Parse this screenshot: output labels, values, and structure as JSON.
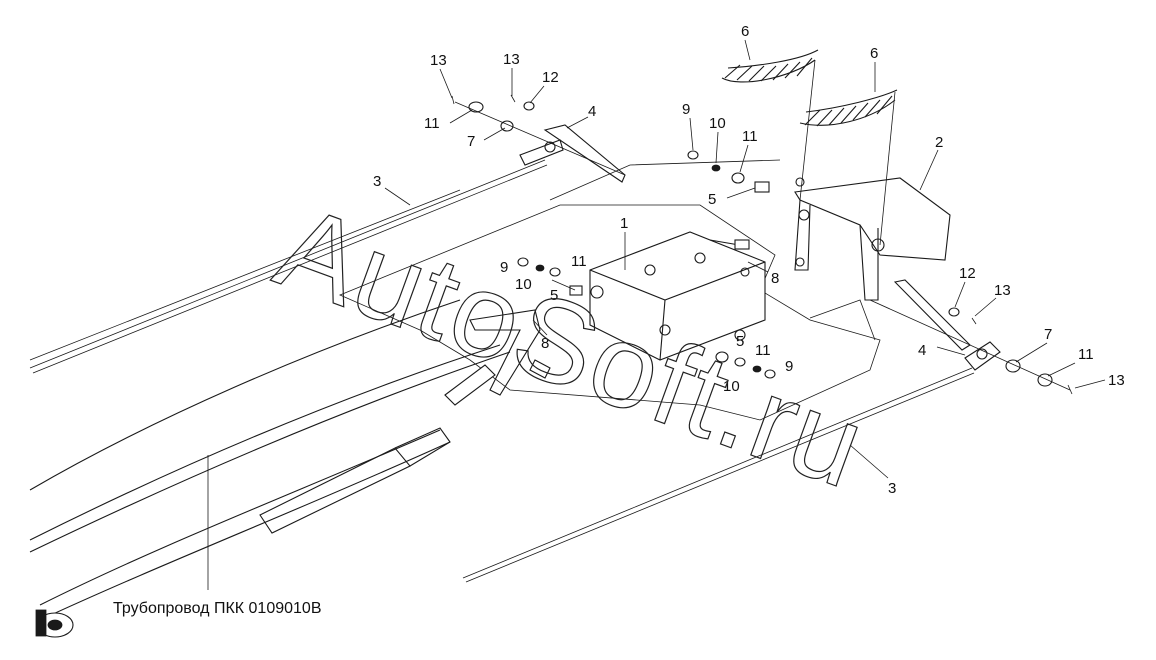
{
  "diagram": {
    "callouts": [
      {
        "label": "13"
      },
      {
        "label": "13"
      },
      {
        "label": "12"
      },
      {
        "label": "11"
      },
      {
        "label": "7"
      },
      {
        "label": "4"
      },
      {
        "label": "3"
      },
      {
        "label": "6"
      },
      {
        "label": "6"
      },
      {
        "label": "9"
      },
      {
        "label": "10"
      },
      {
        "label": "11"
      },
      {
        "label": "2"
      },
      {
        "label": "5"
      },
      {
        "label": "1"
      },
      {
        "label": "9"
      },
      {
        "label": "10"
      },
      {
        "label": "11"
      },
      {
        "label": "5"
      },
      {
        "label": "8"
      },
      {
        "label": "8"
      },
      {
        "label": "12"
      },
      {
        "label": "13"
      },
      {
        "label": "7"
      },
      {
        "label": "11"
      },
      {
        "label": "13"
      },
      {
        "label": "4"
      },
      {
        "label": "5"
      },
      {
        "label": "11"
      },
      {
        "label": "9"
      },
      {
        "label": "10"
      },
      {
        "label": "3"
      }
    ],
    "caption": "Трубопровод ПКК 0109010В",
    "watermark": "AutoSoft.ru"
  }
}
